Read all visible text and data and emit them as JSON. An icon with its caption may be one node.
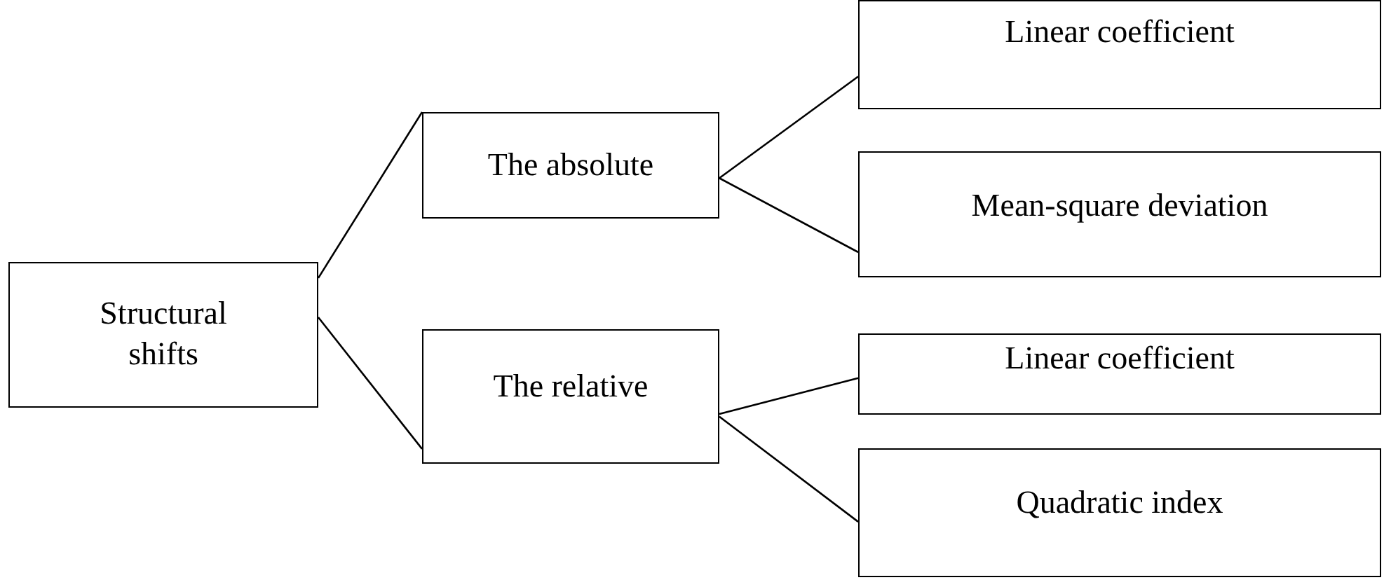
{
  "diagram": {
    "nodes": [
      {
        "text": [
          "Structural shifts"
        ]
      },
      {
        "text": [
          "The absolute"
        ]
      },
      {
        "text": [
          "Linear coefficient"
        ]
      },
      {
        "text": [
          "Mean-square deviation"
        ]
      },
      {
        "text": [
          "The relative"
        ]
      },
      {
        "text": [
          "Linear coefficient"
        ]
      },
      {
        "text": [
          "Quadratic index"
        ]
      }
    ],
    "edges": [
      {
        "from": 0,
        "to": 1,
        "arrow": "none"
      },
      {
        "from": 1,
        "to": 2,
        "arrow": "none"
      },
      {
        "from": 1,
        "to": 3,
        "arrow": "none"
      },
      {
        "from": 0,
        "to": 4,
        "arrow": "none"
      },
      {
        "from": 4,
        "to": 5,
        "arrow": "none"
      },
      {
        "from": 4,
        "to": 6,
        "arrow": "none"
      }
    ]
  }
}
